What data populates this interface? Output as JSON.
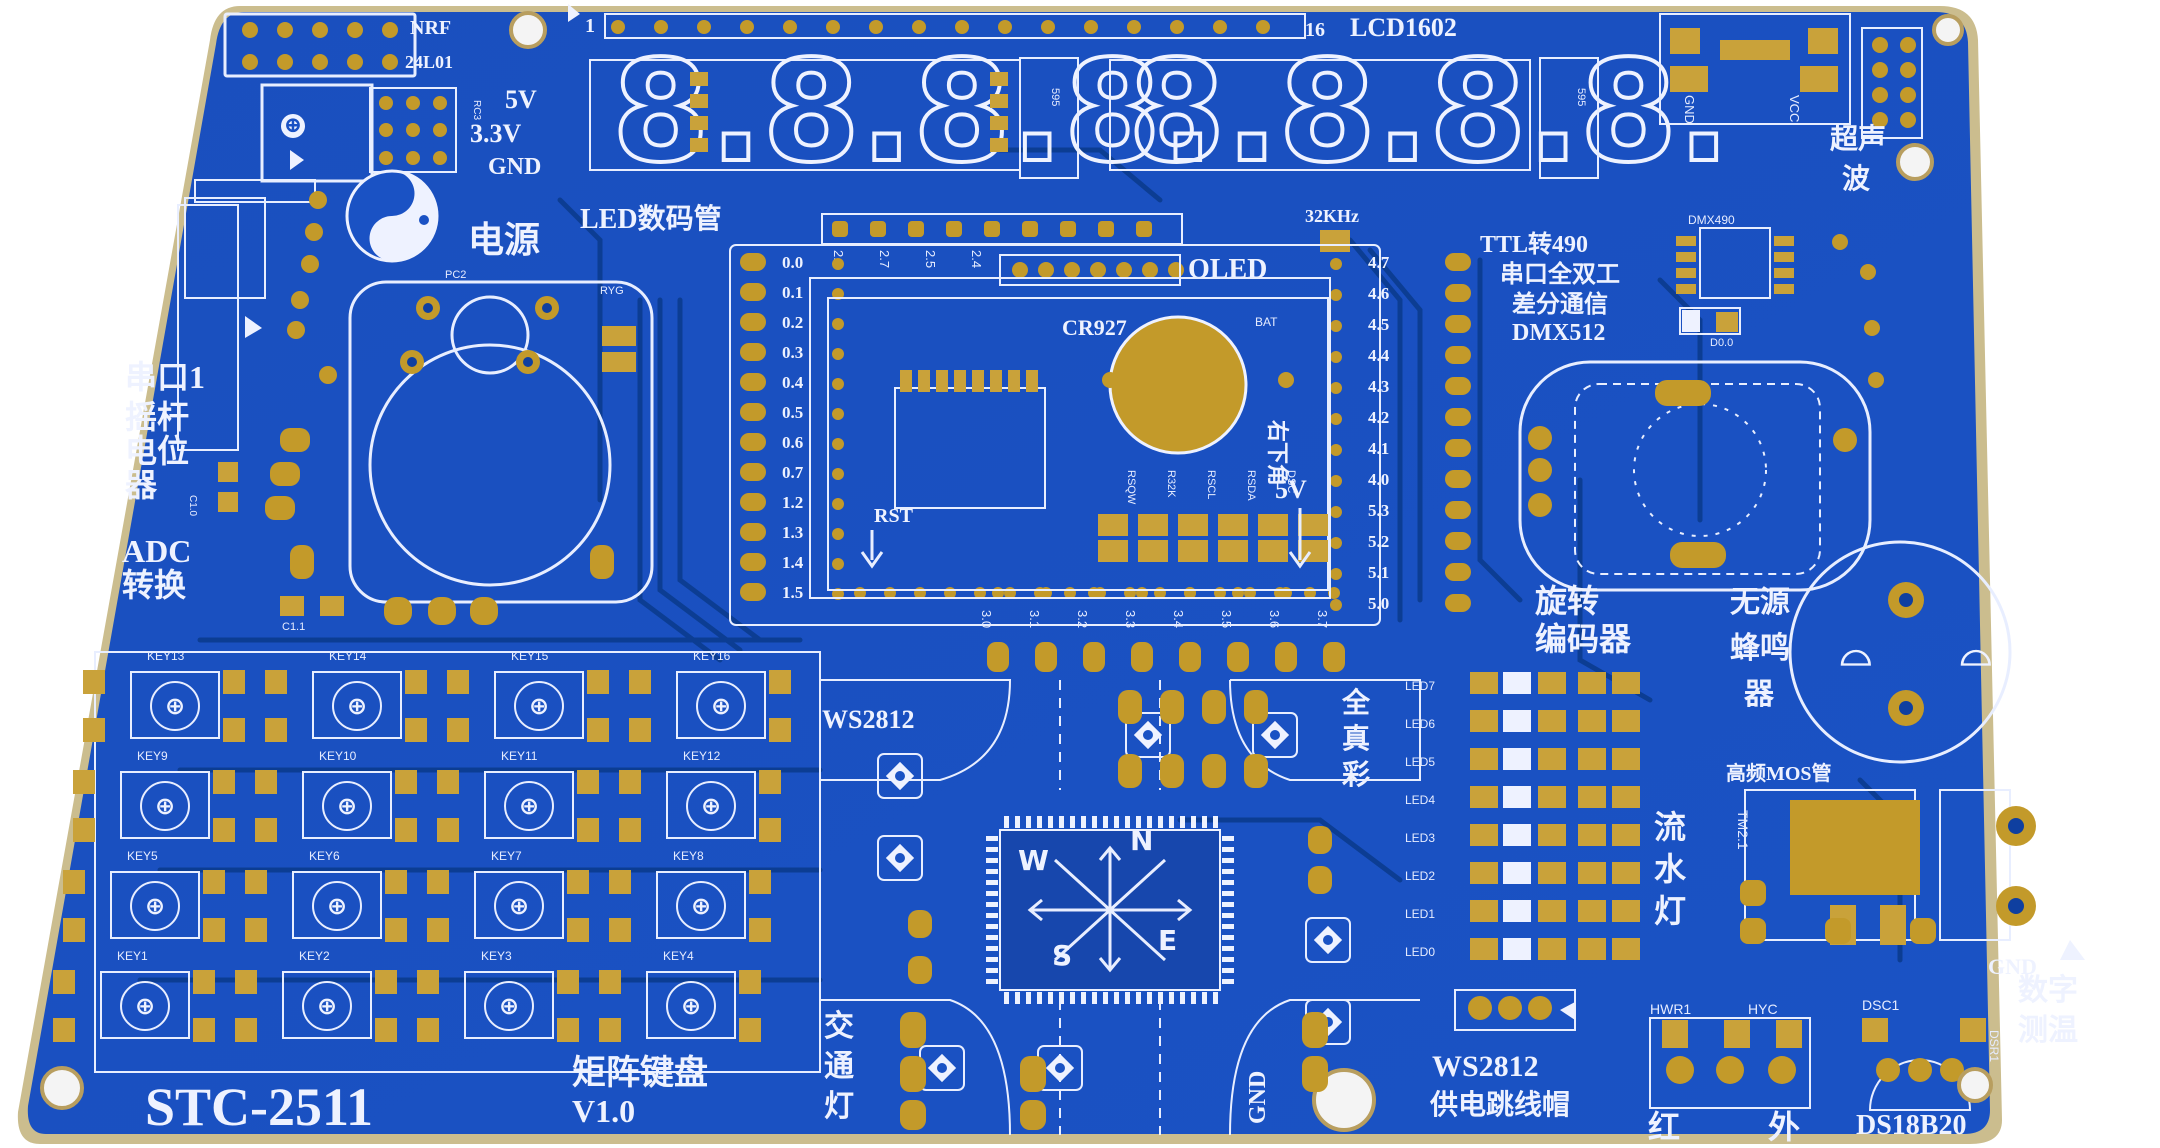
{
  "board": {
    "name": "STC-2511",
    "version": "V1.0",
    "colors": {
      "mask": "#1a52c4",
      "mask_dark": "#0c3d93",
      "copper": "#c39a2a",
      "silk": "#eef2ff",
      "edge": "#c9b988"
    }
  },
  "labels": {
    "nrf": "NRF",
    "l24": "24L01",
    "pin1": "1",
    "pin16": "16",
    "lcd": "LCD1602",
    "v5": "5V",
    "v33": "3.3V",
    "gnd": "GND",
    "power": "电源",
    "led_seg": "LED数码管",
    "oled": "OLED",
    "khz": "32KHz",
    "cr927": "CR927",
    "bat": "BAT",
    "rst": "RST",
    "corner": "右下角",
    "corner5v": "5V",
    "ttl1": "TTL转490",
    "ttl2": "串口全双工",
    "ttl3": "差分通信",
    "ttl4": "DMX512",
    "dmx": "DMX490",
    "ultra1": "超声",
    "ultra2": "波",
    "uart1": "串口1",
    "joy1": "摇杆",
    "joy2": "电位",
    "joy3": "器",
    "adc1": "ADC",
    "adc2": "转换",
    "encoder1": "旋转",
    "encoder2": "编码器",
    "buzzer1": "无源",
    "buzzer2": "蜂鸣",
    "buzzer3": "器",
    "mos": "高频MOS管",
    "ws1": "WS2812",
    "color1": "全",
    "color2": "真",
    "color3": "彩",
    "flow1": "流",
    "flow2": "水",
    "flow3": "灯",
    "traffic1": "交",
    "traffic2": "通",
    "traffic3": "灯",
    "ws2": "WS2812",
    "ws2b": "供电跳线帽",
    "matrix": "矩阵键盘",
    "temp1": "数字",
    "temp2": "测温",
    "ds18": "DS18B20",
    "ir1": "红",
    "ir2": "外",
    "hwr": "HWR1",
    "hyc": "HYC",
    "dsc1": "DSC1",
    "dsr1": "DSR1",
    "gnd2": "GND",
    "tm": "TM2.1",
    "gnd3": "GND",
    "vcc": "VCC",
    "compass_n": "N",
    "compass_s": "S",
    "compass_w": "W",
    "compass_e": "E",
    "ryg": "RYG",
    "pc2": "PC2",
    "c11": "C1.1",
    "c10": "C1.0",
    "d00": "D0.0",
    "seg595a": "595",
    "seg595b": "595"
  },
  "keys": [
    "KEY13",
    "KEY14",
    "KEY15",
    "KEY16",
    "KEY9",
    "KEY10",
    "KEY11",
    "KEY12",
    "KEY5",
    "KEY6",
    "KEY7",
    "KEY8",
    "KEY1",
    "KEY2",
    "KEY3",
    "KEY4"
  ],
  "left_pins": [
    "0.0",
    "0.1",
    "0.2",
    "0.3",
    "0.4",
    "0.5",
    "0.6",
    "0.7",
    "1.2",
    "1.3",
    "1.4",
    "1.5"
  ],
  "right_pins": [
    "4.7",
    "4.6",
    "4.5",
    "4.4",
    "4.3",
    "4.2",
    "4.1",
    "4.0",
    "5.3",
    "5.2",
    "5.1",
    "5.0"
  ],
  "bottom_pins": [
    "3.0",
    "3.1",
    "3.2",
    "3.3",
    "3.4",
    "3.5",
    "3.6",
    "3.7"
  ],
  "top_pins": [
    "2.6",
    "2.7",
    "2.5",
    "2.4"
  ],
  "rtc_pins": [
    "RSQW",
    "R32K",
    "RSCL",
    "RSDA",
    "DSC"
  ],
  "leds": [
    "LED7",
    "LED6",
    "LED5",
    "LED4",
    "LED3",
    "LED2",
    "LED1",
    "LED0"
  ]
}
